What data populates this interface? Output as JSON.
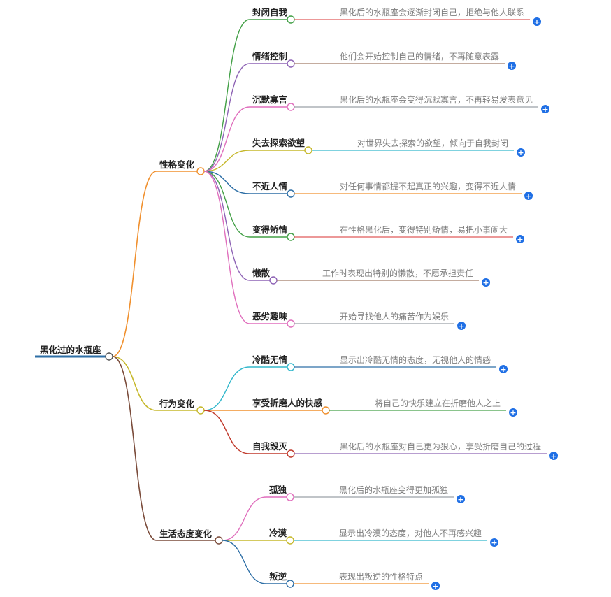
{
  "root": {
    "label": "黑化过的水瓶座",
    "color": "#2e6fa6"
  },
  "branches": [
    {
      "label": "性格变化",
      "color": "#f0902e",
      "items": [
        {
          "label": "封闭自我",
          "desc": "黑化后的水瓶座会逐渐封闭自己，拒绝与他人联系",
          "color": "#43a047",
          "line": "#e05a5a"
        },
        {
          "label": "情绪控制",
          "desc": "他们会开始控制自己的情绪，不再随意表露",
          "color": "#8e63b5",
          "line": "#a07a66"
        },
        {
          "label": "沉默寡言",
          "desc": "黑化后的水瓶座会变得沉默寡言，不再轻易发表意见",
          "color": "#e06fbd",
          "line": "#9aa0a6"
        },
        {
          "label": "失去探索欲望",
          "desc": "对世界失去探索的欲望，倾向于自我封闭",
          "color": "#c6b82c",
          "line": "#33b8cc"
        },
        {
          "label": "不近人情",
          "desc": "对任何事情都提不起真正的兴趣，变得不近人情",
          "color": "#2e6fa6",
          "line": "#f0902e"
        },
        {
          "label": "变得矫情",
          "desc": "在性格黑化后，变得特别矫情，易把小事闹大",
          "color": "#43a047",
          "line": "#e05a5a"
        },
        {
          "label": "懒散",
          "desc": "工作时表现出特别的懒散，不愿承担责任",
          "color": "#8e63b5",
          "line": "#a07a66"
        },
        {
          "label": "恶劣趣味",
          "desc": "开始寻找他人的痛苦作为娱乐",
          "color": "#e06fbd",
          "line": "#9aa0a6"
        }
      ]
    },
    {
      "label": "行为变化",
      "color": "#c6b82c",
      "items": [
        {
          "label": "冷酷无情",
          "desc": "显示出冷酷无情的态度，无视他人的情感",
          "color": "#33b8cc",
          "line": "#2e6fa6"
        },
        {
          "label": "享受折磨人的快感",
          "desc": "将自己的快乐建立在折磨他人之上",
          "color": "#f0902e",
          "line": "#43a047"
        },
        {
          "label": "自我毁灭",
          "desc": "黑化后的水瓶座对自己更为狠心，享受折磨自己的过程",
          "color": "#c0392b",
          "line": "#8e63b5"
        }
      ]
    },
    {
      "label": "生活态度变化",
      "color": "#7a4b3a",
      "items": [
        {
          "label": "孤独",
          "desc": "黑化后的水瓶座变得更加孤独",
          "color": "#e06fbd",
          "line": "#9aa0a6"
        },
        {
          "label": "冷漠",
          "desc": "显示出冷漠的态度，对他人不再感兴趣",
          "color": "#c6b82c",
          "line": "#33b8cc"
        },
        {
          "label": "叛逆",
          "desc": "表现出叛逆的性格特点",
          "color": "#2e6fa6",
          "line": "#f0902e"
        }
      ]
    }
  ],
  "expand_button": {
    "color": "#1f6fe5",
    "symbol": "+"
  }
}
